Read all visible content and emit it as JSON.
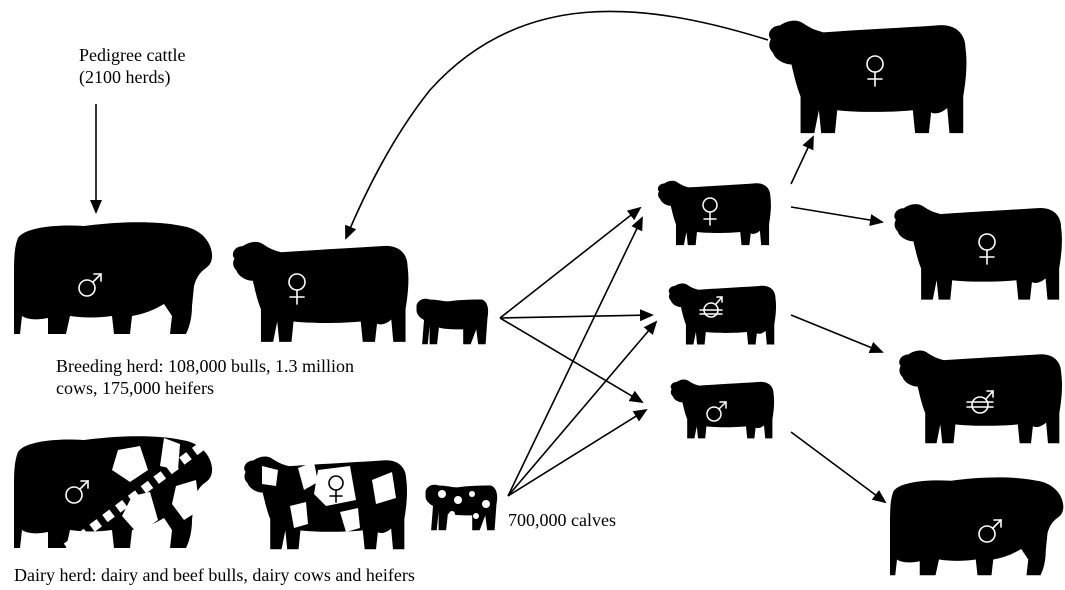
{
  "labels": {
    "pedigree_line1": "Pedigree cattle",
    "pedigree_line2": "(2100 herds)",
    "breeding_line1": "Breeding herd: 108,000 bulls, 1.3 million",
    "breeding_line2": "cows, 175,000 heifers",
    "dairy": "Dairy herd: dairy and beef bulls, dairy cows and heifers",
    "calves": "700,000 calves"
  },
  "symbols": {
    "female": "female-symbol",
    "male": "male-symbol",
    "steer": "castrated-male-symbol"
  },
  "colors": {
    "silhouette": "#000000",
    "patch": "#ffffff",
    "background": "#ffffff"
  }
}
